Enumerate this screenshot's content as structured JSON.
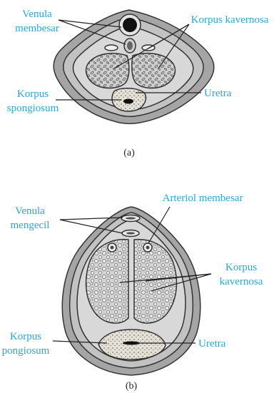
{
  "figure_a": {
    "caption": "(a)",
    "labels": {
      "venula_line1": "Venula",
      "venula_line2": "membesar",
      "korpus_kavernosa": "Korpus kavernosa",
      "korpus_sp_line1": "Korpus",
      "korpus_sp_line2": "spongiosum",
      "uretra": "Uretra"
    }
  },
  "figure_b": {
    "caption": "(b)",
    "labels": {
      "venula_line1": "Venula",
      "venula_line2": "mengecil",
      "arteriol": "Arteriol membesar",
      "korpus_kav_line1": "Korpus",
      "korpus_kav_line2": "kavernosa",
      "korpus_sp_line1": "Korpus",
      "korpus_sp_line2": "pongiosum",
      "uretra": "Uretra"
    }
  },
  "colors": {
    "label": "#29a8d8",
    "tissue_dark": "#9a9a9a",
    "tissue_mid": "#bdbdbd",
    "tissue_light": "#d9d9d9",
    "outline": "#333333"
  }
}
